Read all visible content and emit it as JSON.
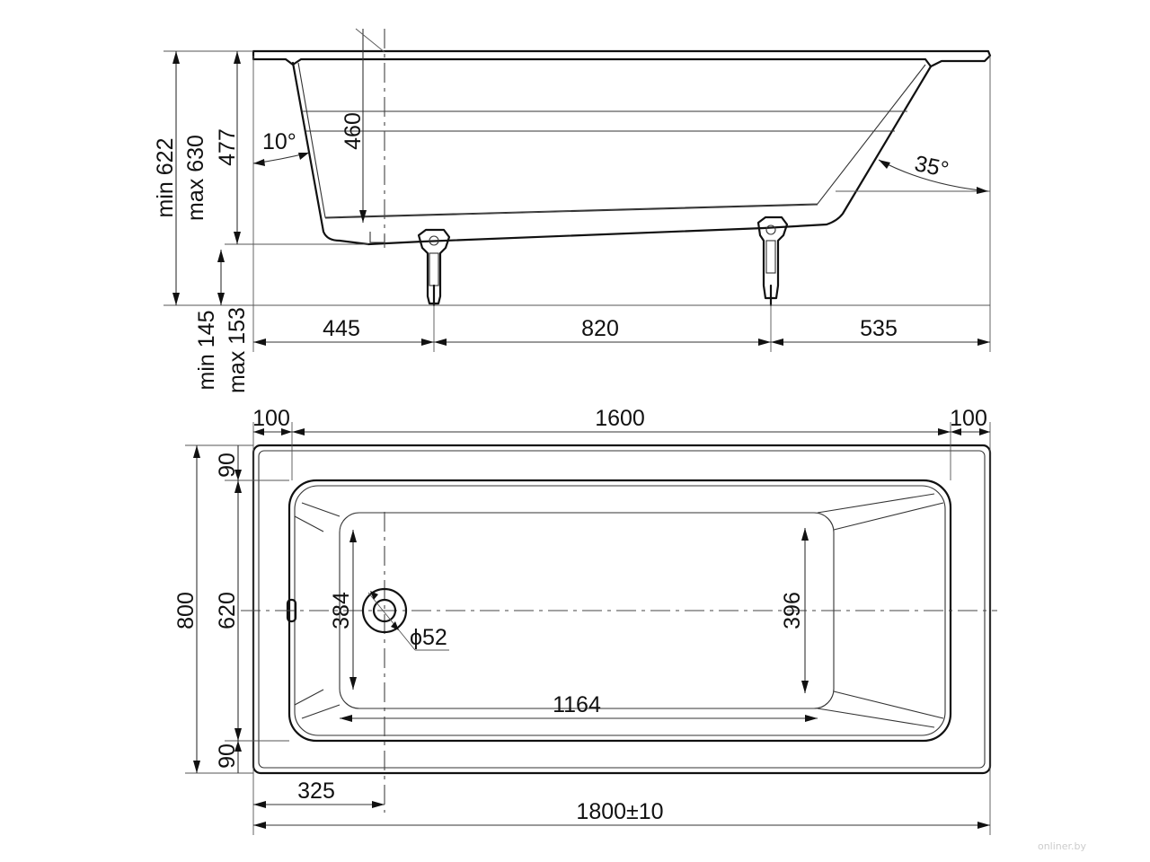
{
  "side_view": {
    "labels": {
      "height_min": "min 622",
      "height_max": "max 630",
      "rim_height": "477",
      "inner_depth": "460",
      "left_angle": "10°",
      "right_angle": "35°",
      "leg_min": "min 145",
      "leg_max": "max 153",
      "left_offset": "445",
      "leg_spacing": "820",
      "right_offset": "535"
    }
  },
  "top_view": {
    "labels": {
      "rim_left": "100",
      "inner_length": "1600",
      "rim_right": "100",
      "total_width": "800",
      "inner_width": "620",
      "rim_top": "90",
      "rim_bottom": "90",
      "floor_width_left": "384",
      "floor_width_right": "396",
      "drain_diameter": "ϕ52",
      "floor_length": "1164",
      "drain_offset": "325",
      "total_length": "1800±10"
    }
  },
  "watermark": "onliner.by"
}
